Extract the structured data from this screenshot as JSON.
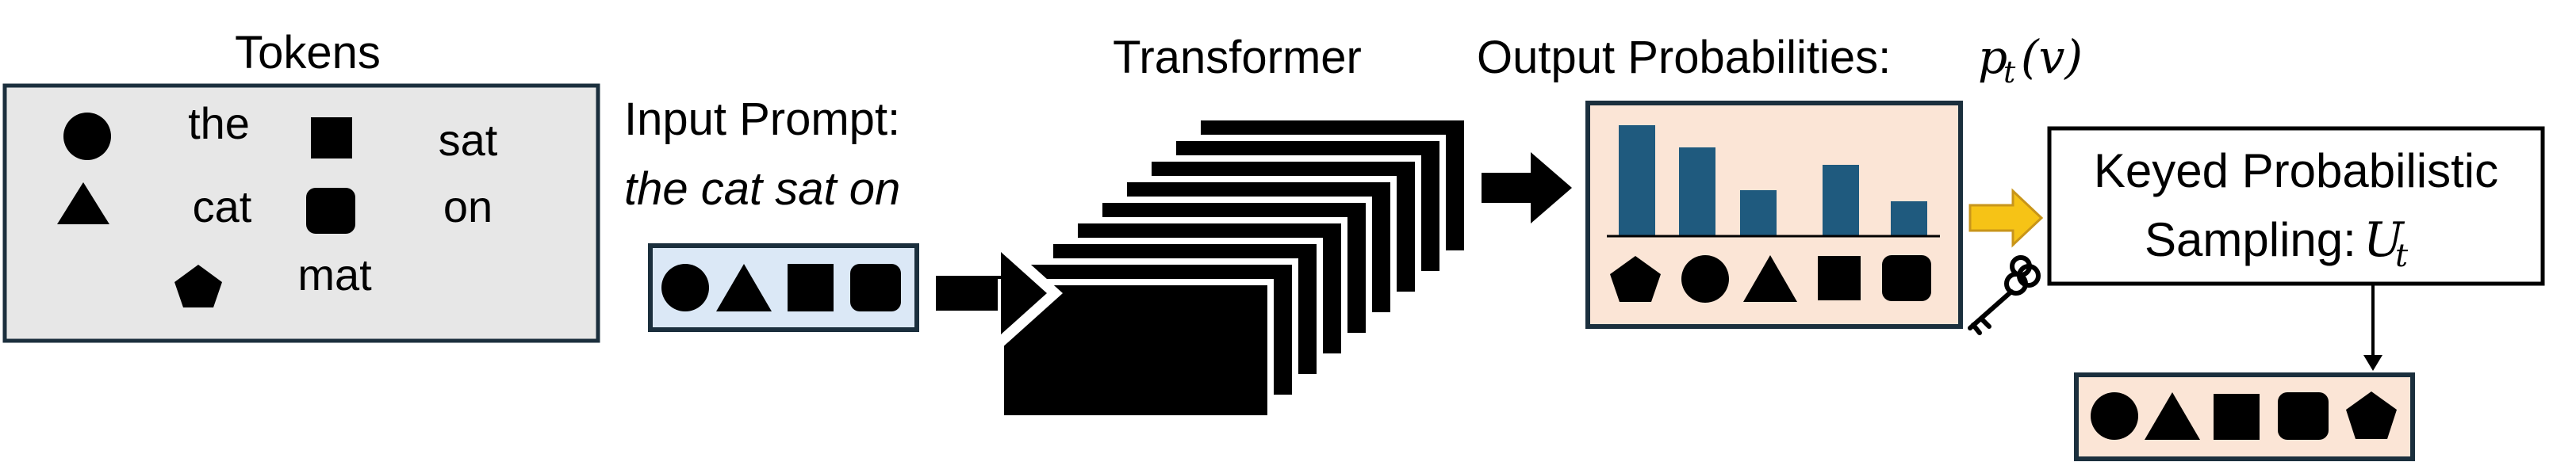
{
  "tokens_panel": {
    "title": "Tokens",
    "words": [
      "the",
      "sat",
      "cat",
      "on",
      "mat"
    ]
  },
  "input_prompt": {
    "label": "Input Prompt:",
    "text": "the cat sat on"
  },
  "transformer": {
    "label": "Transformer"
  },
  "output": {
    "label": "Output Probabilities:",
    "math": "p",
    "math_sub": "t",
    "math_arg": "(v)",
    "bar_color": "#1f5a7e",
    "panel_color": "#fbe5d6"
  },
  "sampling": {
    "line1": "Keyed Probabilistic",
    "line2": "Sampling:",
    "math": "U",
    "math_sub": "t"
  },
  "colors": {
    "tokens_bg": "#e7e7e7",
    "prompt_bg": "#dbe8f6",
    "border": "#1b2f3d",
    "yellow_arrow": "#f6c316"
  },
  "icons": [
    "circle-icon",
    "triangle-icon",
    "square-icon",
    "rounded-square-icon",
    "pentagon-icon",
    "key-icon"
  ]
}
